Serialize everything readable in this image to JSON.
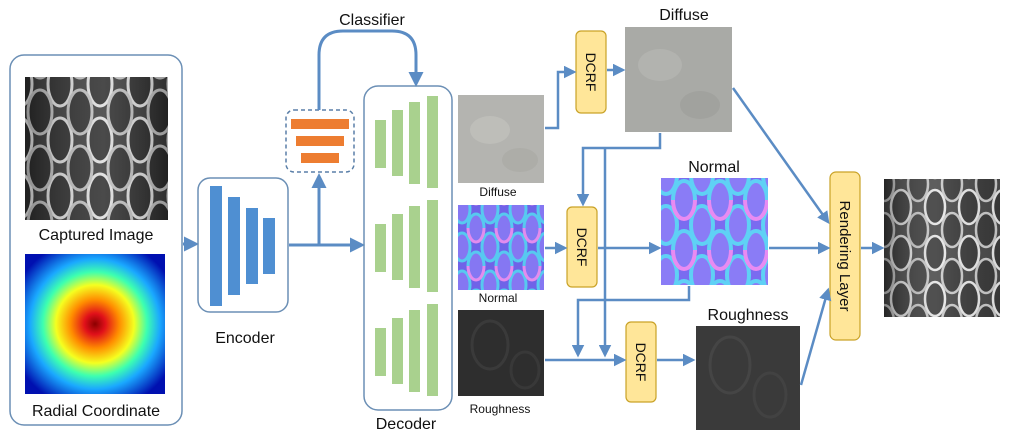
{
  "inputs": {
    "captured_image_label": "Captured Image",
    "radial_coordinate_label": "Radial Coordinate"
  },
  "encoder": {
    "label": "Encoder"
  },
  "classifier": {
    "label": "Classifier"
  },
  "decoder": {
    "label": "Decoder"
  },
  "decoder_outputs": {
    "diffuse_label": "Diffuse",
    "normal_label": "Normal",
    "roughness_label": "Roughness"
  },
  "dcrf": {
    "diffuse_label": "DCRF",
    "normal_label": "DCRF",
    "roughness_label": "DCRF"
  },
  "refined_outputs": {
    "diffuse_label": "Diffuse",
    "normal_label": "Normal",
    "roughness_label": "Roughness"
  },
  "rendering_layer": {
    "label": "Rendering Layer"
  },
  "colors": {
    "arrow": "#5b8cc4",
    "encoder_block": "#4f8fd2",
    "decoder_block": "#a9d18e",
    "classifier_block": "#ed7d31",
    "dcrf_fill": "#ffe699",
    "dcrf_stroke": "#c9a227",
    "frame_stroke": "#6b8fb5"
  }
}
